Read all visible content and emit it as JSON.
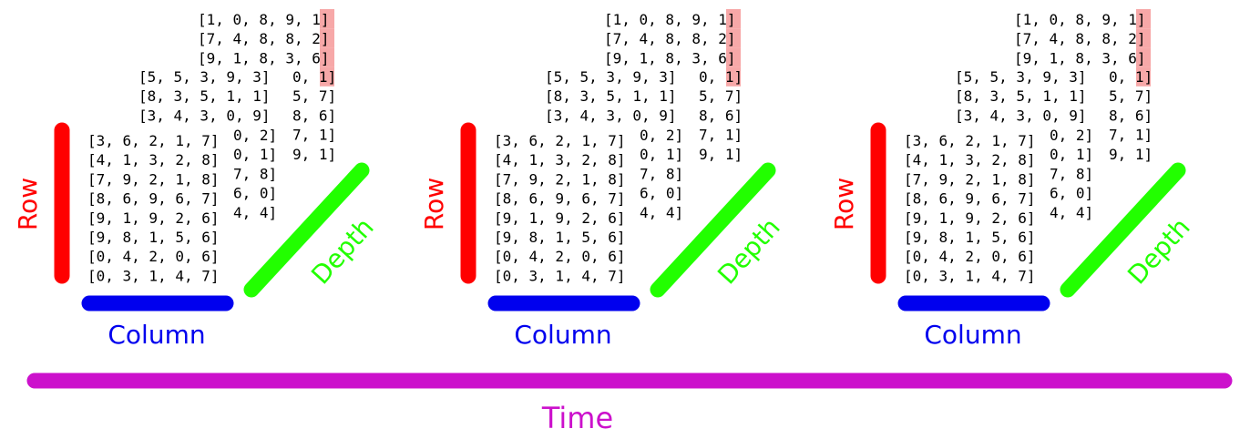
{
  "colors": {
    "row": "#ff0000",
    "column": "#0000ee",
    "depth": "#22ff00",
    "time": "#cc11cc",
    "highlight": "#f7a8a8"
  },
  "labels": {
    "row": "Row",
    "column": "Column",
    "depth": "Depth",
    "time": "Time"
  },
  "layers": {
    "back": {
      "rows": [
        "[1, 0, 8, 9, 1]",
        "[7, 4, 8, 8, 2]",
        "[9, 1, 8, 3, 6]"
      ],
      "tails": [
        "0, 1]",
        "5, 7]",
        "8, 6]",
        "7, 1]",
        "9, 1]"
      ]
    },
    "middle": {
      "rows": [
        "[5, 5, 3, 9, 3]",
        "[8, 3, 5, 1, 1]",
        "[3, 4, 3, 0, 9]"
      ],
      "tails": [
        "0, 2]",
        "0, 1]",
        "7, 8]",
        "6, 0]",
        "4, 4]"
      ]
    },
    "front": {
      "rows": [
        "[3, 6, 2, 1, 7]",
        "[4, 1, 3, 2, 8]",
        "[7, 9, 2, 1, 8]",
        "[8, 6, 9, 6, 7]",
        "[9, 1, 9, 2, 6]",
        "[9, 8, 1, 5, 6]",
        "[0, 4, 2, 0, 6]",
        "[0, 3, 1, 4, 7]"
      ]
    }
  },
  "highlighted_last_column": [
    "1",
    "2",
    "6",
    "1"
  ],
  "panel_count": 3
}
